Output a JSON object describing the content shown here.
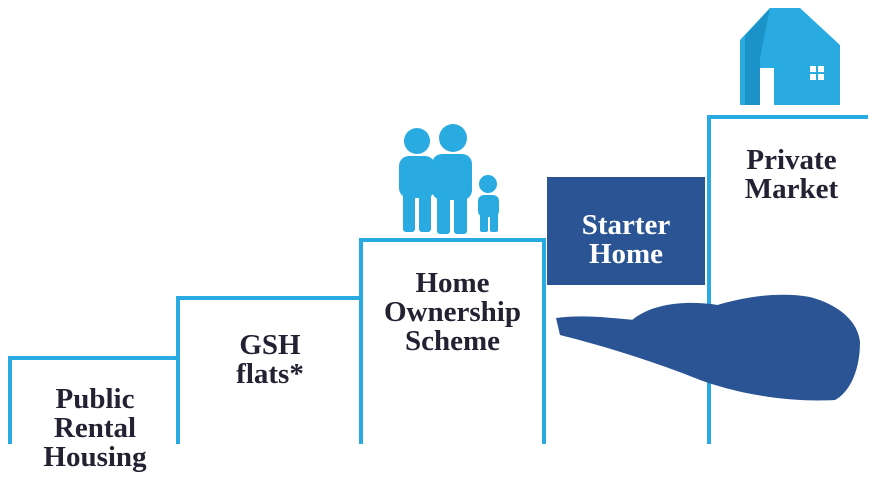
{
  "steps": [
    {
      "lines": [
        "Public",
        "Rental",
        "Housing"
      ]
    },
    {
      "lines": [
        "GSH",
        "flats*"
      ]
    },
    {
      "lines": [
        "Home",
        "Ownership",
        "Scheme"
      ]
    },
    {
      "lines": [
        "Starter",
        "Home"
      ]
    },
    {
      "lines": [
        "Private",
        "Market"
      ]
    }
  ],
  "colors": {
    "line": "#29abe2",
    "text": "#222233",
    "box": "#2a5494",
    "box_text": "#ffffff",
    "hand": "#2a5494",
    "icons": "#29abe2"
  },
  "icons": [
    "family-icon",
    "house-icon",
    "hand-icon"
  ]
}
